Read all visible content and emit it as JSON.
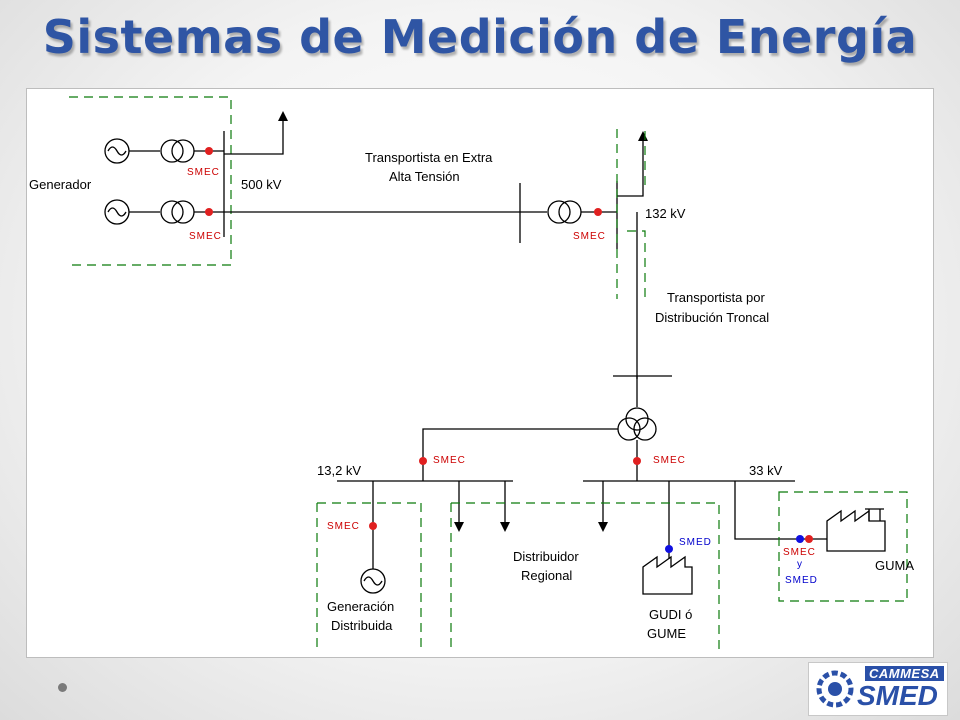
{
  "slide": {
    "title": "Sistemas de Medición de Energía",
    "title_color": "#2f55a4"
  },
  "diagram": {
    "labels": {
      "generador": "Generador",
      "kv500": "500 kV",
      "transportista_extra_1": "Transportista en Extra",
      "transportista_extra_2": "Alta Tensión",
      "kv132": "132 kV",
      "transportista_dist_1": "Transportista por",
      "transportista_dist_2": "Distribución Troncal",
      "kv13": "13,2 kV",
      "kv33": "33 kV",
      "distribuidor_1": "Distribuidor",
      "distribuidor_2": "Regional",
      "generacion_1": "Generación",
      "generacion_2": "Distribuida",
      "gudi_1": "GUDI ó",
      "gudi_2": "GUME",
      "guma": "GUMA",
      "guma_y": "y"
    },
    "meter_label_smec": "SMEC",
    "meter_label_smed": "SMED",
    "colors": {
      "smec": "#cc0000",
      "smed": "#0000cc",
      "boundary": "#0a7a0a",
      "lines": "#000000"
    }
  },
  "logo": {
    "top_text": "CAMMESA",
    "main_text": "SMED",
    "icon": "snowflake-gear-icon"
  },
  "footer": {
    "bullet_icon": "bullet-dot-icon"
  }
}
